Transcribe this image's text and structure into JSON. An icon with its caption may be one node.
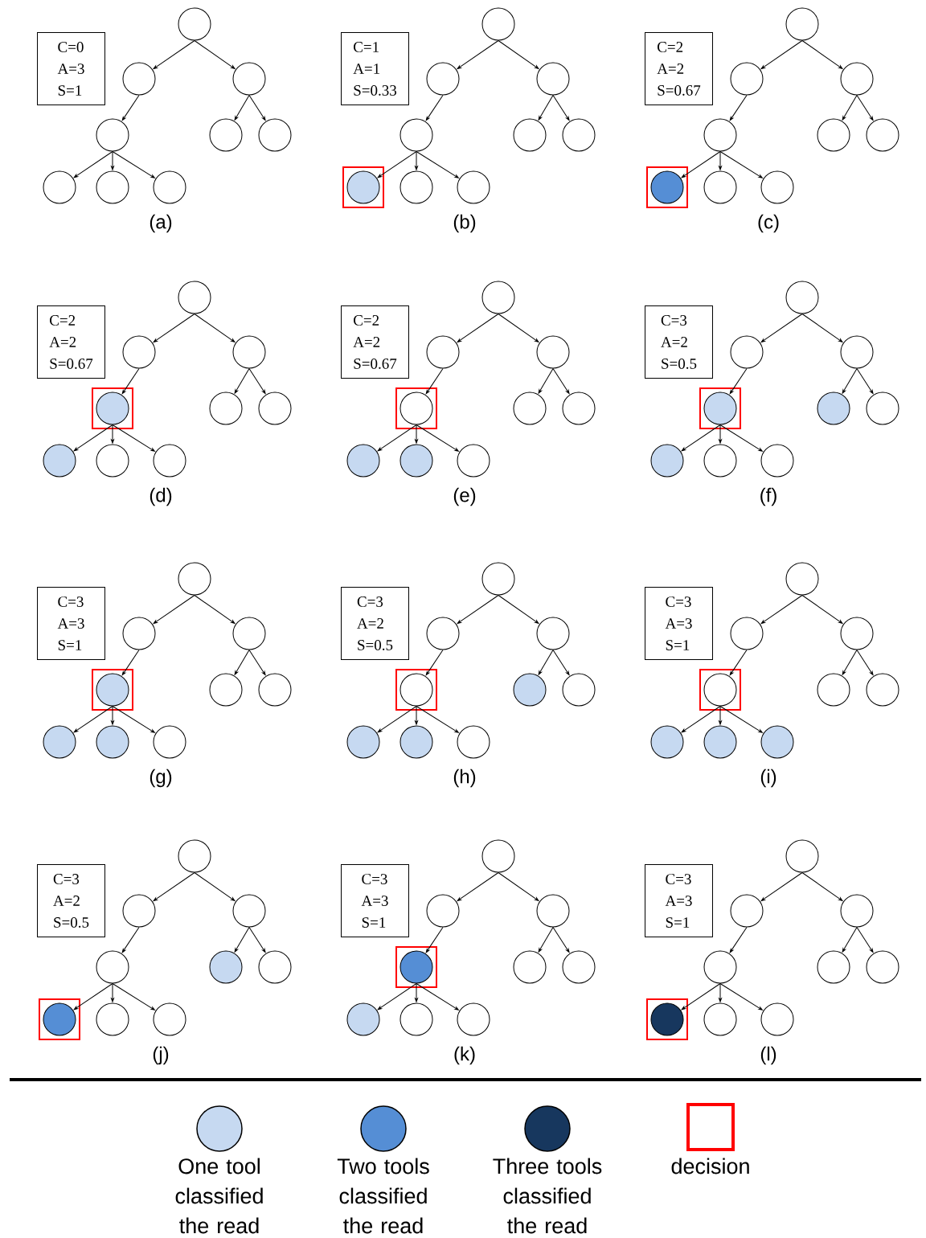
{
  "diagram": {
    "nodes": [
      {
        "text": [
          "C=0",
          "A=3",
          "S=1"
        ]
      },
      {
        "text": [],
        "shape": "circle"
      },
      {
        "text": [],
        "shape": "circle"
      },
      {
        "text": [],
        "shape": "circle"
      },
      {
        "text": [],
        "shape": "circle"
      },
      {
        "text": [],
        "shape": "circle"
      },
      {
        "text": [],
        "shape": "circle"
      },
      {
        "text": [],
        "shape": "circle"
      },
      {
        "text": [],
        "shape": "circle"
      },
      {
        "text": [],
        "shape": "circle"
      },
      {
        "text": [
          "C=1",
          "A=1",
          "S=0.33"
        ]
      },
      {
        "text": [],
        "shape": "circle"
      },
      {
        "text": [],
        "shape": "circle"
      },
      {
        "text": [],
        "shape": "circle"
      },
      {
        "text": [],
        "shape": "circle"
      },
      {
        "text": [],
        "shape": "circle"
      },
      {
        "text": [],
        "shape": "circle"
      },
      {
        "text": [],
        "shape": "box"
      },
      {
        "text": [],
        "shape": "circle",
        "in": 17
      },
      {
        "text": [],
        "shape": "circle"
      },
      {
        "text": [],
        "shape": "circle"
      },
      {
        "text": [
          "C=2",
          "A=2",
          "S=0.67"
        ]
      },
      {
        "text": [],
        "shape": "circle"
      },
      {
        "text": [],
        "shape": "circle"
      },
      {
        "text": [],
        "shape": "circle"
      },
      {
        "text": [],
        "shape": "circle"
      },
      {
        "text": [],
        "shape": "circle"
      },
      {
        "text": [],
        "shape": "circle"
      },
      {
        "text": [],
        "shape": "box"
      },
      {
        "text": [],
        "shape": "circle",
        "in": 28
      },
      {
        "text": [],
        "shape": "circle"
      },
      {
        "text": [],
        "shape": "circle"
      },
      {
        "text": [
          "C=2",
          "A=2",
          "S=0.67"
        ]
      },
      {
        "text": [],
        "shape": "circle"
      },
      {
        "text": [],
        "shape": "circle"
      },
      {
        "text": [],
        "shape": "circle"
      },
      {
        "text": [],
        "shape": "box"
      },
      {
        "text": [],
        "shape": "circle",
        "in": 36
      },
      {
        "text": [],
        "shape": "circle"
      },
      {
        "text": [],
        "shape": "circle"
      },
      {
        "text": [],
        "shape": "circle"
      },
      {
        "text": [],
        "shape": "circle"
      },
      {
        "text": [],
        "shape": "circle"
      },
      {
        "text": [
          "C=2",
          "A=2",
          "S=0.67"
        ]
      },
      {
        "text": [],
        "shape": "circle"
      },
      {
        "text": [],
        "shape": "circle"
      },
      {
        "text": [],
        "shape": "circle"
      },
      {
        "text": [],
        "shape": "box"
      },
      {
        "text": [],
        "shape": "circle",
        "in": 47
      },
      {
        "text": [],
        "shape": "circle"
      },
      {
        "text": [],
        "shape": "circle"
      },
      {
        "text": [],
        "shape": "circle"
      },
      {
        "text": [],
        "shape": "circle"
      },
      {
        "text": [],
        "shape": "circle"
      },
      {
        "text": [
          "C=3",
          "A=2",
          "S=0.5"
        ]
      },
      {
        "text": [],
        "shape": "circle"
      },
      {
        "text": [],
        "shape": "circle"
      },
      {
        "text": [],
        "shape": "circle"
      },
      {
        "text": [],
        "shape": "box"
      },
      {
        "text": [],
        "shape": "circle",
        "in": 58
      },
      {
        "text": [],
        "shape": "circle"
      },
      {
        "text": [],
        "shape": "circle"
      },
      {
        "text": [],
        "shape": "circle"
      },
      {
        "text": [],
        "shape": "circle"
      },
      {
        "text": [],
        "shape": "circle"
      },
      {
        "text": [
          "C=3",
          "A=3",
          "S=1"
        ]
      },
      {
        "text": [],
        "shape": "circle"
      },
      {
        "text": [],
        "shape": "circle"
      },
      {
        "text": [],
        "shape": "circle"
      },
      {
        "text": [],
        "shape": "box"
      },
      {
        "text": [],
        "shape": "circle",
        "in": 69
      },
      {
        "text": [],
        "shape": "circle"
      },
      {
        "text": [],
        "shape": "circle"
      },
      {
        "text": [],
        "shape": "circle"
      },
      {
        "text": [],
        "shape": "circle"
      },
      {
        "text": [],
        "shape": "circle"
      },
      {
        "text": [
          "C=3",
          "A=2",
          "S=0.5"
        ]
      },
      {
        "text": [],
        "shape": "circle"
      },
      {
        "text": [],
        "shape": "circle"
      },
      {
        "text": [],
        "shape": "circle"
      },
      {
        "text": [],
        "shape": "box"
      },
      {
        "text": [],
        "shape": "circle",
        "in": 80
      },
      {
        "text": [],
        "shape": "circle"
      },
      {
        "text": [],
        "shape": "circle"
      },
      {
        "text": [],
        "shape": "circle"
      },
      {
        "text": [],
        "shape": "circle"
      },
      {
        "text": [],
        "shape": "circle"
      },
      {
        "text": [
          "C=3",
          "A=3",
          "S=1"
        ]
      },
      {
        "text": [],
        "shape": "circle"
      },
      {
        "text": [],
        "shape": "circle"
      },
      {
        "text": [],
        "shape": "circle"
      },
      {
        "text": [],
        "shape": "box"
      },
      {
        "text": [],
        "shape": "circle",
        "in": 91
      },
      {
        "text": [],
        "shape": "circle"
      },
      {
        "text": [],
        "shape": "circle"
      },
      {
        "text": [],
        "shape": "circle"
      },
      {
        "text": [],
        "shape": "circle"
      },
      {
        "text": [],
        "shape": "circle"
      },
      {
        "text": [
          "C=3",
          "A=2",
          "S=0.5"
        ]
      },
      {
        "text": [],
        "shape": "circle"
      },
      {
        "text": [],
        "shape": "circle"
      },
      {
        "text": [],
        "shape": "circle"
      },
      {
        "text": [],
        "shape": "circle"
      },
      {
        "text": [],
        "shape": "circle"
      },
      {
        "text": [],
        "shape": "circle"
      },
      {
        "text": [],
        "shape": "box"
      },
      {
        "text": [],
        "shape": "circle",
        "in": 105
      },
      {
        "text": [],
        "shape": "circle"
      },
      {
        "text": [],
        "shape": "circle"
      },
      {
        "text": [
          "C=3",
          "A=3",
          "S=1"
        ]
      },
      {
        "text": [],
        "shape": "circle"
      },
      {
        "text": [],
        "shape": "circle"
      },
      {
        "text": [],
        "shape": "circle"
      },
      {
        "text": [],
        "shape": "box"
      },
      {
        "text": [],
        "shape": "circle",
        "in": 113
      },
      {
        "text": [],
        "shape": "circle"
      },
      {
        "text": [],
        "shape": "circle"
      },
      {
        "text": [],
        "shape": "circle"
      },
      {
        "text": [],
        "shape": "circle"
      },
      {
        "text": [],
        "shape": "circle"
      },
      {
        "text": [
          "C=3",
          "A=3",
          "S=1"
        ]
      },
      {
        "text": [],
        "shape": "circle"
      },
      {
        "text": [],
        "shape": "circle"
      },
      {
        "text": [],
        "shape": "circle"
      },
      {
        "text": [],
        "shape": "circle"
      },
      {
        "text": [],
        "shape": "circle"
      },
      {
        "text": [],
        "shape": "circle"
      },
      {
        "text": [],
        "shape": "box"
      },
      {
        "text": [],
        "shape": "circle",
        "in": 127
      },
      {
        "text": [],
        "shape": "circle"
      },
      {
        "text": [],
        "shape": "circle"
      }
    ],
    "edges": [
      {
        "from": 1,
        "to": 2,
        "arrow": "to"
      },
      {
        "from": 1,
        "to": 3,
        "arrow": "to"
      },
      {
        "from": 2,
        "to": 4,
        "arrow": "to"
      },
      {
        "from": 3,
        "to": 5,
        "arrow": "to"
      },
      {
        "from": 3,
        "to": 6,
        "arrow": "to"
      },
      {
        "from": 4,
        "to": 7,
        "arrow": "to"
      },
      {
        "from": 4,
        "to": 8,
        "arrow": "to"
      },
      {
        "from": 4,
        "to": 9,
        "arrow": "to"
      },
      {
        "from": 11,
        "to": 12,
        "arrow": "to"
      },
      {
        "from": 11,
        "to": 13,
        "arrow": "to"
      },
      {
        "from": 12,
        "to": 14,
        "arrow": "to"
      },
      {
        "from": 13,
        "to": 15,
        "arrow": "to"
      },
      {
        "from": 13,
        "to": 16,
        "arrow": "to"
      },
      {
        "from": 14,
        "to": 18,
        "arrow": "to"
      },
      {
        "from": 14,
        "to": 19,
        "arrow": "to"
      },
      {
        "from": 14,
        "to": 20,
        "arrow": "to"
      },
      {
        "from": 22,
        "to": 23,
        "arrow": "to"
      },
      {
        "from": 22,
        "to": 24,
        "arrow": "to"
      },
      {
        "from": 23,
        "to": 25,
        "arrow": "to"
      },
      {
        "from": 24,
        "to": 26,
        "arrow": "to"
      },
      {
        "from": 24,
        "to": 27,
        "arrow": "to"
      },
      {
        "from": 25,
        "to": 29,
        "arrow": "to"
      },
      {
        "from": 25,
        "to": 30,
        "arrow": "to"
      },
      {
        "from": 25,
        "to": 31,
        "arrow": "to"
      },
      {
        "from": 33,
        "to": 34,
        "arrow": "to"
      },
      {
        "from": 33,
        "to": 35,
        "arrow": "to"
      },
      {
        "from": 34,
        "to": 37,
        "arrow": "to"
      },
      {
        "from": 35,
        "to": 38,
        "arrow": "to"
      },
      {
        "from": 35,
        "to": 39,
        "arrow": "to"
      },
      {
        "from": 37,
        "to": 40,
        "arrow": "to"
      },
      {
        "from": 37,
        "to": 41,
        "arrow": "to"
      },
      {
        "from": 37,
        "to": 42,
        "arrow": "to"
      },
      {
        "from": 44,
        "to": 45,
        "arrow": "to"
      },
      {
        "from": 44,
        "to": 46,
        "arrow": "to"
      },
      {
        "from": 45,
        "to": 48,
        "arrow": "to"
      },
      {
        "from": 46,
        "to": 49,
        "arrow": "to"
      },
      {
        "from": 46,
        "to": 50,
        "arrow": "to"
      },
      {
        "from": 48,
        "to": 51,
        "arrow": "to"
      },
      {
        "from": 48,
        "to": 52,
        "arrow": "to"
      },
      {
        "from": 48,
        "to": 53,
        "arrow": "to"
      },
      {
        "from": 55,
        "to": 56,
        "arrow": "to"
      },
      {
        "from": 55,
        "to": 57,
        "arrow": "to"
      },
      {
        "from": 56,
        "to": 59,
        "arrow": "to"
      },
      {
        "from": 57,
        "to": 60,
        "arrow": "to"
      },
      {
        "from": 57,
        "to": 61,
        "arrow": "to"
      },
      {
        "from": 59,
        "to": 62,
        "arrow": "to"
      },
      {
        "from": 59,
        "to": 63,
        "arrow": "to"
      },
      {
        "from": 59,
        "to": 64,
        "arrow": "to"
      },
      {
        "from": 66,
        "to": 67,
        "arrow": "to"
      },
      {
        "from": 66,
        "to": 68,
        "arrow": "to"
      },
      {
        "from": 67,
        "to": 70,
        "arrow": "to"
      },
      {
        "from": 68,
        "to": 71,
        "arrow": "to"
      },
      {
        "from": 68,
        "to": 72,
        "arrow": "to"
      },
      {
        "from": 70,
        "to": 73,
        "arrow": "to"
      },
      {
        "from": 70,
        "to": 74,
        "arrow": "to"
      },
      {
        "from": 70,
        "to": 75,
        "arrow": "to"
      },
      {
        "from": 77,
        "to": 78,
        "arrow": "to"
      },
      {
        "from": 77,
        "to": 79,
        "arrow": "to"
      },
      {
        "from": 78,
        "to": 81,
        "arrow": "to"
      },
      {
        "from": 79,
        "to": 82,
        "arrow": "to"
      },
      {
        "from": 79,
        "to": 83,
        "arrow": "to"
      },
      {
        "from": 81,
        "to": 84,
        "arrow": "to"
      },
      {
        "from": 81,
        "to": 85,
        "arrow": "to"
      },
      {
        "from": 81,
        "to": 86,
        "arrow": "to"
      },
      {
        "from": 88,
        "to": 89,
        "arrow": "to"
      },
      {
        "from": 88,
        "to": 90,
        "arrow": "to"
      },
      {
        "from": 89,
        "to": 92,
        "arrow": "to"
      },
      {
        "from": 90,
        "to": 93,
        "arrow": "to"
      },
      {
        "from": 90,
        "to": 94,
        "arrow": "to"
      },
      {
        "from": 92,
        "to": 95,
        "arrow": "to"
      },
      {
        "from": 92,
        "to": 96,
        "arrow": "to"
      },
      {
        "from": 92,
        "to": 97,
        "arrow": "to"
      },
      {
        "from": 99,
        "to": 100,
        "arrow": "to"
      },
      {
        "from": 99,
        "to": 101,
        "arrow": "to"
      },
      {
        "from": 100,
        "to": 102,
        "arrow": "to"
      },
      {
        "from": 101,
        "to": 103,
        "arrow": "to"
      },
      {
        "from": 101,
        "to": 104,
        "arrow": "to"
      },
      {
        "from": 102,
        "to": 106,
        "arrow": "to"
      },
      {
        "from": 102,
        "to": 107,
        "arrow": "to"
      },
      {
        "from": 102,
        "to": 108,
        "arrow": "to"
      },
      {
        "from": 110,
        "to": 111,
        "arrow": "to"
      },
      {
        "from": 110,
        "to": 112,
        "arrow": "to"
      },
      {
        "from": 111,
        "to": 114,
        "arrow": "to"
      },
      {
        "from": 112,
        "to": 115,
        "arrow": "to"
      },
      {
        "from": 112,
        "to": 116,
        "arrow": "to"
      },
      {
        "from": 114,
        "to": 117,
        "arrow": "to"
      },
      {
        "from": 114,
        "to": 118,
        "arrow": "to"
      },
      {
        "from": 114,
        "to": 119,
        "arrow": "to"
      },
      {
        "from": 121,
        "to": 122,
        "arrow": "to"
      },
      {
        "from": 121,
        "to": 123,
        "arrow": "to"
      },
      {
        "from": 122,
        "to": 124,
        "arrow": "to"
      },
      {
        "from": 123,
        "to": 125,
        "arrow": "to"
      },
      {
        "from": 123,
        "to": 126,
        "arrow": "to"
      },
      {
        "from": 124,
        "to": 128,
        "arrow": "to"
      },
      {
        "from": 124,
        "to": 129,
        "arrow": "to"
      },
      {
        "from": 124,
        "to": 130,
        "arrow": "to"
      }
    ],
    "labels": [
      "(a)",
      "(b)",
      "(c)",
      "(d)",
      "(e)",
      "(f)",
      "(g)",
      "(h)",
      "(i)",
      "(j)",
      "(k)",
      "(l)"
    ],
    "legend": [
      {
        "text": "One tool classified the read",
        "color": "#c6d9f1"
      },
      {
        "text": "Two tools classified the read",
        "color": "#558ed5"
      },
      {
        "text": "Three tools classified the read",
        "color": "#17375e"
      },
      {
        "text": "decision"
      }
    ]
  }
}
